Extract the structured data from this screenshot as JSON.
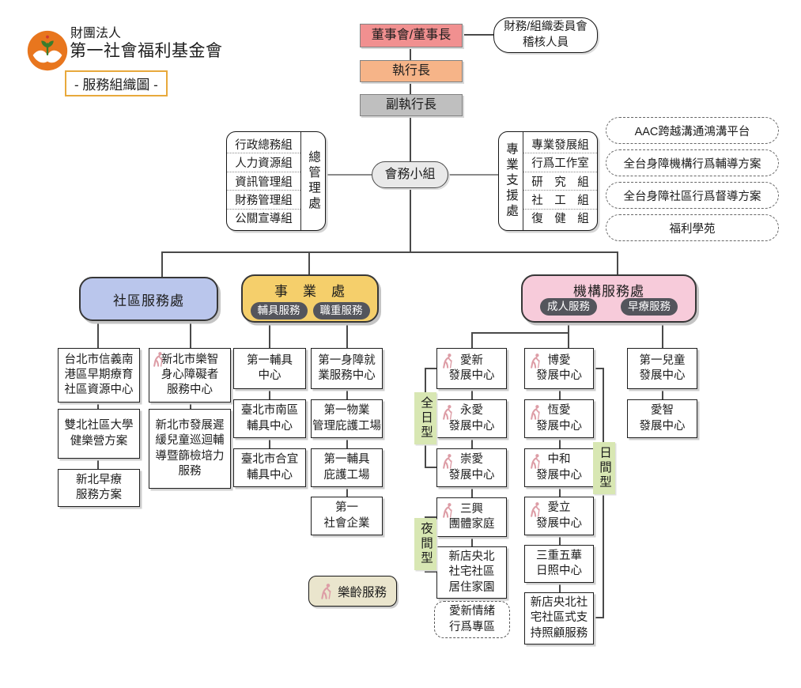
{
  "header": {
    "org_type": "財團法人",
    "org_name": "第一社會福利基金會",
    "chart_title": "- 服務組織圖 -"
  },
  "top": {
    "board": "董事會/董事長",
    "audit": "財務/組織委員會\n稽核人員",
    "ceo": "執行長",
    "deputy_ceo": "副執行長",
    "council": "會務小組"
  },
  "general_admin": {
    "label": "總管理處",
    "items": [
      "行政總務組",
      "人力資源組",
      "資訊管理組",
      "財務管理組",
      "公關宣導組"
    ]
  },
  "professional_support": {
    "label": "專業支援處",
    "items": [
      "專業發展組",
      "行爲工作室",
      "研　究　組",
      "社　工　組",
      "復　健　組"
    ]
  },
  "programs": [
    "AAC跨越溝通鴻溝平台",
    "全台身障機構行爲輔導方案",
    "全台身障社區行爲督導方案",
    "福利學苑"
  ],
  "branches": {
    "community": {
      "title": "社區服務處"
    },
    "business": {
      "title": "事　業　處",
      "tags": [
        "輔具服務",
        "職重服務"
      ]
    },
    "institution": {
      "title": "機構服務處",
      "tags": [
        "成人服務",
        "早療服務"
      ]
    }
  },
  "cols": {
    "community1": [
      "台北市信義南\n港區早期療育\n社區資源中心",
      "雙北社區大學\n健樂營方案",
      "新北早療\n服務方案"
    ],
    "community2": [
      "新北市樂智\n身心障礙者\n服務中心",
      "新北市發展遲\n緩兒童巡迴輔\n導暨篩檢培力\n服務"
    ],
    "assistive": [
      "第一輔具\n中心",
      "臺北市南區\n輔具中心",
      "臺北市合宜\n輔具中心"
    ],
    "employment": [
      "第一身障就\n業服務中心",
      "第一物業\n管理庇護工場",
      "第一輔具\n庇護工場",
      "第一\n社會企業"
    ],
    "adult1": [
      "愛新\n發展中心",
      "永愛\n發展中心",
      "崇愛\n發展中心",
      "三興\n團體家庭",
      "新店央北\n社宅社區\n居住家園"
    ],
    "adult1_dashed": "愛新情緒\n行爲專區",
    "adult2": [
      "博愛\n發展中心",
      "恆愛\n發展中心",
      "中和\n發展中心",
      "愛立\n發展中心",
      "三重五華\n日照中心",
      "新店央北社\n宅社區式支\n持照顧服務"
    ],
    "child": [
      "第一兒童\n發展中心",
      "愛智\n發展中心"
    ]
  },
  "type_labels": {
    "full_day": "全日型",
    "night": "夜間型",
    "day": "日間型"
  },
  "senior_service": "樂齡服務",
  "colors": {
    "board": "#f19090",
    "ceo": "#f6b488",
    "deputy": "#bfbfbf",
    "council": "#e9e9e9",
    "community": "#bac6ec",
    "business": "#f5cf6b",
    "institution": "#f7cbda",
    "dark_tag": "#54555c",
    "type_label": "#d8e7b3",
    "senior": "#eae5cd",
    "logo_orange": "#e8761e",
    "subtitle_border": "#e8a93c",
    "icon_pink": "#dd9da6"
  }
}
